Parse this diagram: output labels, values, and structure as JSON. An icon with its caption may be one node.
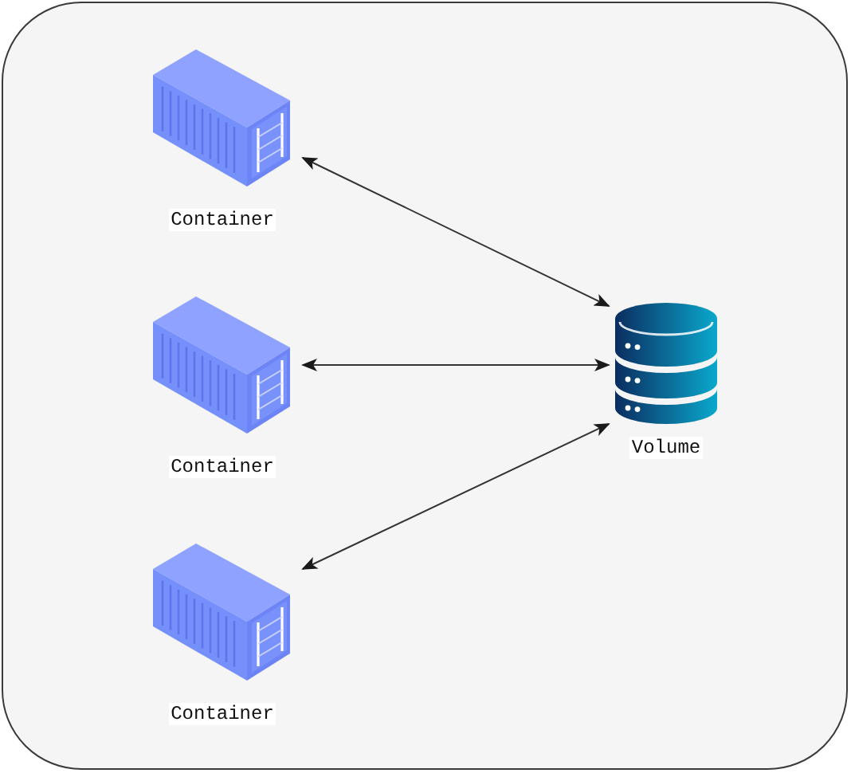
{
  "diagram": {
    "nodes": [
      {
        "text": [
          "Container"
        ]
      },
      {
        "text": [
          "Container"
        ]
      },
      {
        "text": [
          "Container"
        ]
      },
      {
        "text": [
          "Volume"
        ]
      }
    ],
    "edges": [
      {
        "from": 0,
        "to": 3,
        "arrow": "both"
      },
      {
        "from": 1,
        "to": 3,
        "arrow": "both"
      },
      {
        "from": 2,
        "to": 3,
        "arrow": "both"
      }
    ]
  }
}
